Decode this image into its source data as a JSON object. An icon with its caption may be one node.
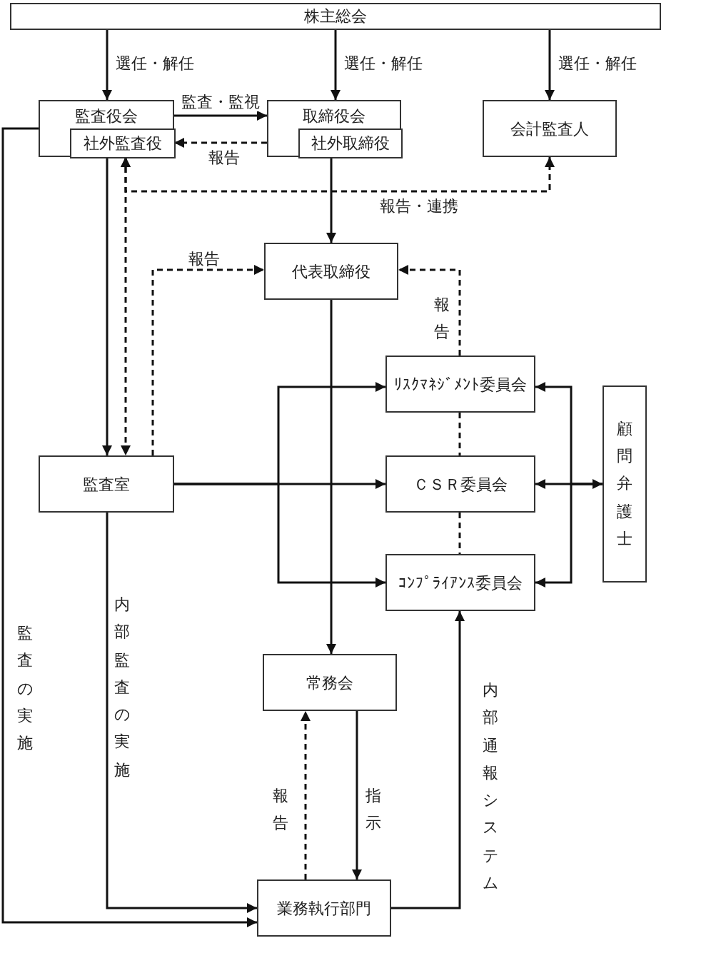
{
  "diagram": {
    "nodes": [
      {
        "text": [
          "株主総会"
        ]
      },
      {
        "text": [
          "監査役会"
        ]
      },
      {
        "text": [
          "社外監査役"
        ],
        "in": 1
      },
      {
        "text": [
          "取締役会"
        ]
      },
      {
        "text": [
          "社外取締役"
        ],
        "in": 3
      },
      {
        "text": [
          "会計監査人"
        ]
      },
      {
        "text": [
          "代表取締役"
        ]
      },
      {
        "text": [
          "ﾘｽｸﾏﾈｼﾞﾒﾝﾄ委員会"
        ]
      },
      {
        "text": [
          "監査室"
        ]
      },
      {
        "text": [
          "ＣＳＲ委員会"
        ]
      },
      {
        "text": [
          "顧問弁護士"
        ]
      },
      {
        "text": [
          "ｺﾝﾌﾟﾗｲｱﾝｽ委員会"
        ]
      },
      {
        "text": [
          "常務会"
        ]
      },
      {
        "text": [
          "業務執行部門"
        ]
      }
    ],
    "edges": [
      {
        "from": 0,
        "to": 1,
        "arrow": "to",
        "label": "選任・解任"
      },
      {
        "from": 0,
        "to": 3,
        "arrow": "to",
        "label": "選任・解任"
      },
      {
        "from": 0,
        "to": 5,
        "arrow": "to",
        "label": "選任・解任"
      },
      {
        "from": 1,
        "to": 3,
        "arrow": "to",
        "label": "監査・監視"
      },
      {
        "from": 4,
        "to": 2,
        "arrow": "to",
        "style": "dashed",
        "label": "報告"
      },
      {
        "from": 2,
        "to": 5,
        "arrow": "both",
        "style": "dashed",
        "label": "報告・連携"
      },
      {
        "from": 2,
        "to": 8,
        "arrow": "both",
        "style": "dashed"
      },
      {
        "from": 1,
        "to": 8,
        "arrow": "to"
      },
      {
        "from": 3,
        "to": 6,
        "arrow": "to"
      },
      {
        "from": 8,
        "to": 6,
        "arrow": "to",
        "style": "dashed",
        "label": "報告"
      },
      {
        "from": 7,
        "to": 6,
        "arrow": "to",
        "style": "dashed",
        "label": "報告"
      },
      {
        "from": 6,
        "to": 12,
        "arrow": "to"
      },
      {
        "from": 8,
        "to": 9,
        "arrow": "to"
      },
      {
        "from": 8,
        "to": 7,
        "arrow": "to"
      },
      {
        "from": 8,
        "to": 11,
        "arrow": "to"
      },
      {
        "from": 9,
        "to": 10,
        "arrow": "both"
      },
      {
        "from": 10,
        "to": 7,
        "arrow": "to"
      },
      {
        "from": 10,
        "to": 11,
        "arrow": "to"
      },
      {
        "from": 7,
        "to": 9,
        "arrow": "none",
        "style": "dashed"
      },
      {
        "from": 9,
        "to": 11,
        "arrow": "none",
        "style": "dashed"
      },
      {
        "from": 8,
        "to": 13,
        "arrow": "to",
        "label": "内部監査の実施"
      },
      {
        "from": 1,
        "to": 13,
        "arrow": "to",
        "label": "監査の実施"
      },
      {
        "from": 13,
        "to": 12,
        "arrow": "to",
        "style": "dashed",
        "label": "報告"
      },
      {
        "from": 12,
        "to": 13,
        "arrow": "to",
        "label": "指示"
      },
      {
        "from": 13,
        "to": 11,
        "arrow": "to",
        "label": "内部通報システム"
      }
    ]
  }
}
